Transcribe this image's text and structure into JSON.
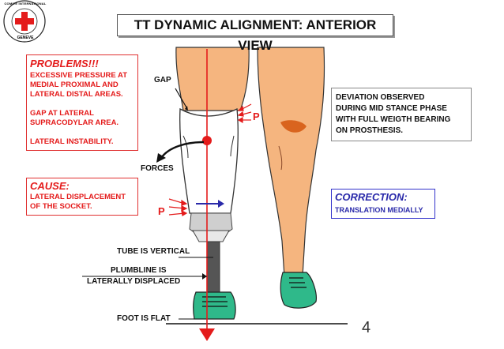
{
  "title": "TT DYNAMIC ALIGNMENT: ANTERIOR VIEW",
  "logo": {
    "top_text": "COMITE INTERNATIONAL",
    "bottom_text": "GENEVE",
    "cross_color": "#e41b1b"
  },
  "problems": {
    "heading": "PROBLEMS!!!",
    "lines": [
      "EXCESSIVE PRESSURE AT",
      "MEDIAL PROXIMAL AND",
      "LATERAL DISTAL AREAS.",
      "",
      "GAP AT LATERAL",
      "SUPRACODYLAR AREA.",
      "",
      "LATERAL INSTABILITY."
    ]
  },
  "cause": {
    "heading": "CAUSE:",
    "lines": [
      "LATERAL DISPLACEMENT",
      "OF THE SOCKET."
    ]
  },
  "deviation": {
    "lines": [
      "DEVIATION OBSERVED",
      "DURING MID STANCE PHASE",
      "WITH FULL WEIGTH BEARING",
      "ON PROSTHESIS."
    ]
  },
  "correction": {
    "heading": "CORRECTION:",
    "text": "TRANSLATION MEDIALLY"
  },
  "labels": {
    "gap": "GAP",
    "forces": "FORCES",
    "pressure_upper": "P",
    "pressure_lower": "P",
    "tube": "TUBE IS VERTICAL",
    "plumbline_1": "PLUMBLINE IS",
    "plumbline_2": "LATERALLY DISPLACED",
    "foot": "FOOT IS FLAT"
  },
  "page_number": "4",
  "colors": {
    "skin": "#f5b57f",
    "skin_outline": "#333333",
    "shoe": "#2fb98a",
    "red": "#e41b1b",
    "blue": "#2a2aaa",
    "pylon": "#555555"
  }
}
